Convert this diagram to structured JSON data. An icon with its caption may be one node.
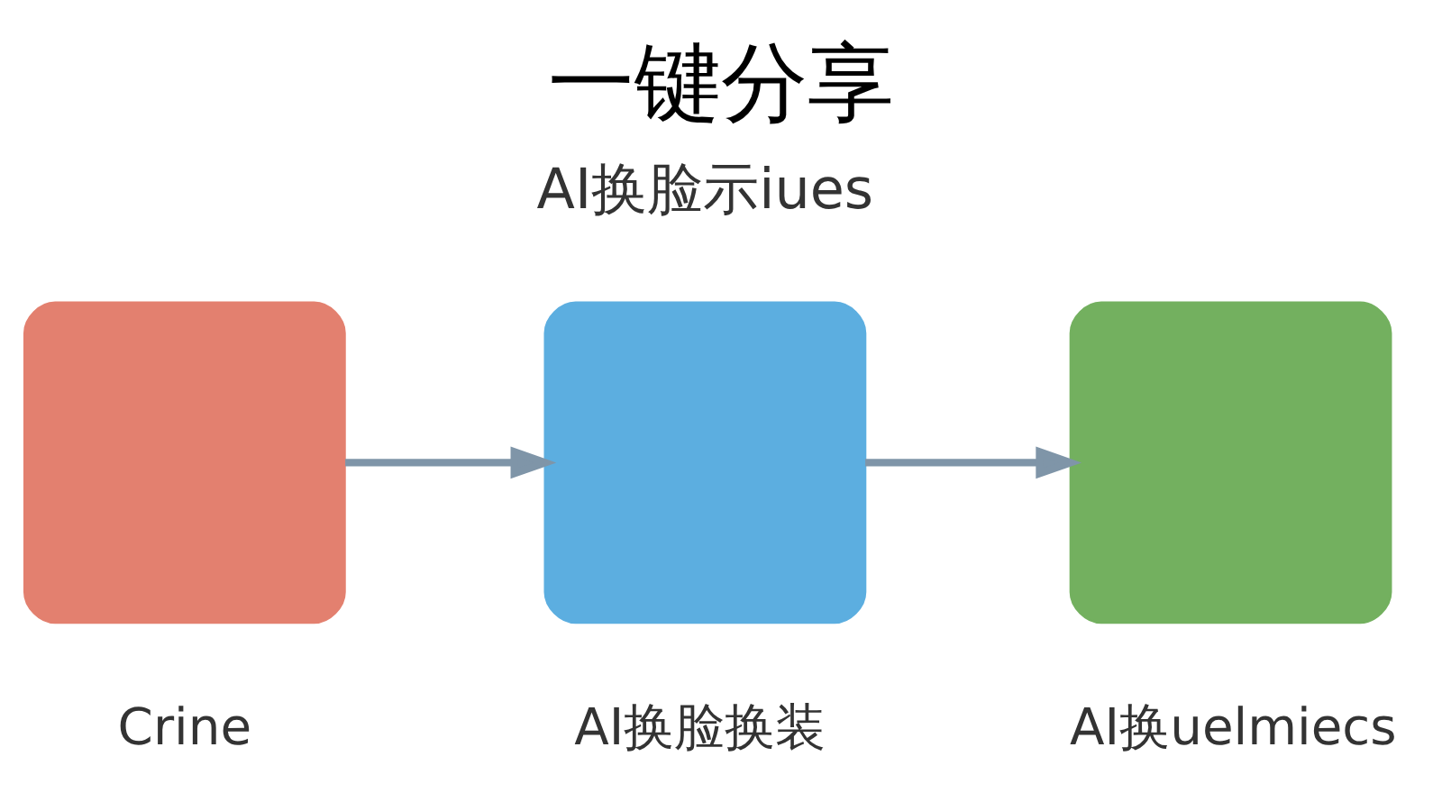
{
  "diagram": {
    "title": "一键分享",
    "nodes": [
      {
        "text": [],
        "shape": "box",
        "beside": [
          "Crine"
        ]
      },
      {
        "text": [],
        "shape": "box",
        "beside": [
          "AI换脸换装"
        ]
      },
      {
        "text": [],
        "shape": "box",
        "beside": [
          "AI换uelmiecs"
        ]
      }
    ],
    "edges": [
      {
        "from": 0,
        "to": 1,
        "arrow": "to"
      },
      {
        "from": 1,
        "to": 2,
        "arrow": "to"
      }
    ],
    "labels": [
      "AI换脸示iues"
    ]
  }
}
